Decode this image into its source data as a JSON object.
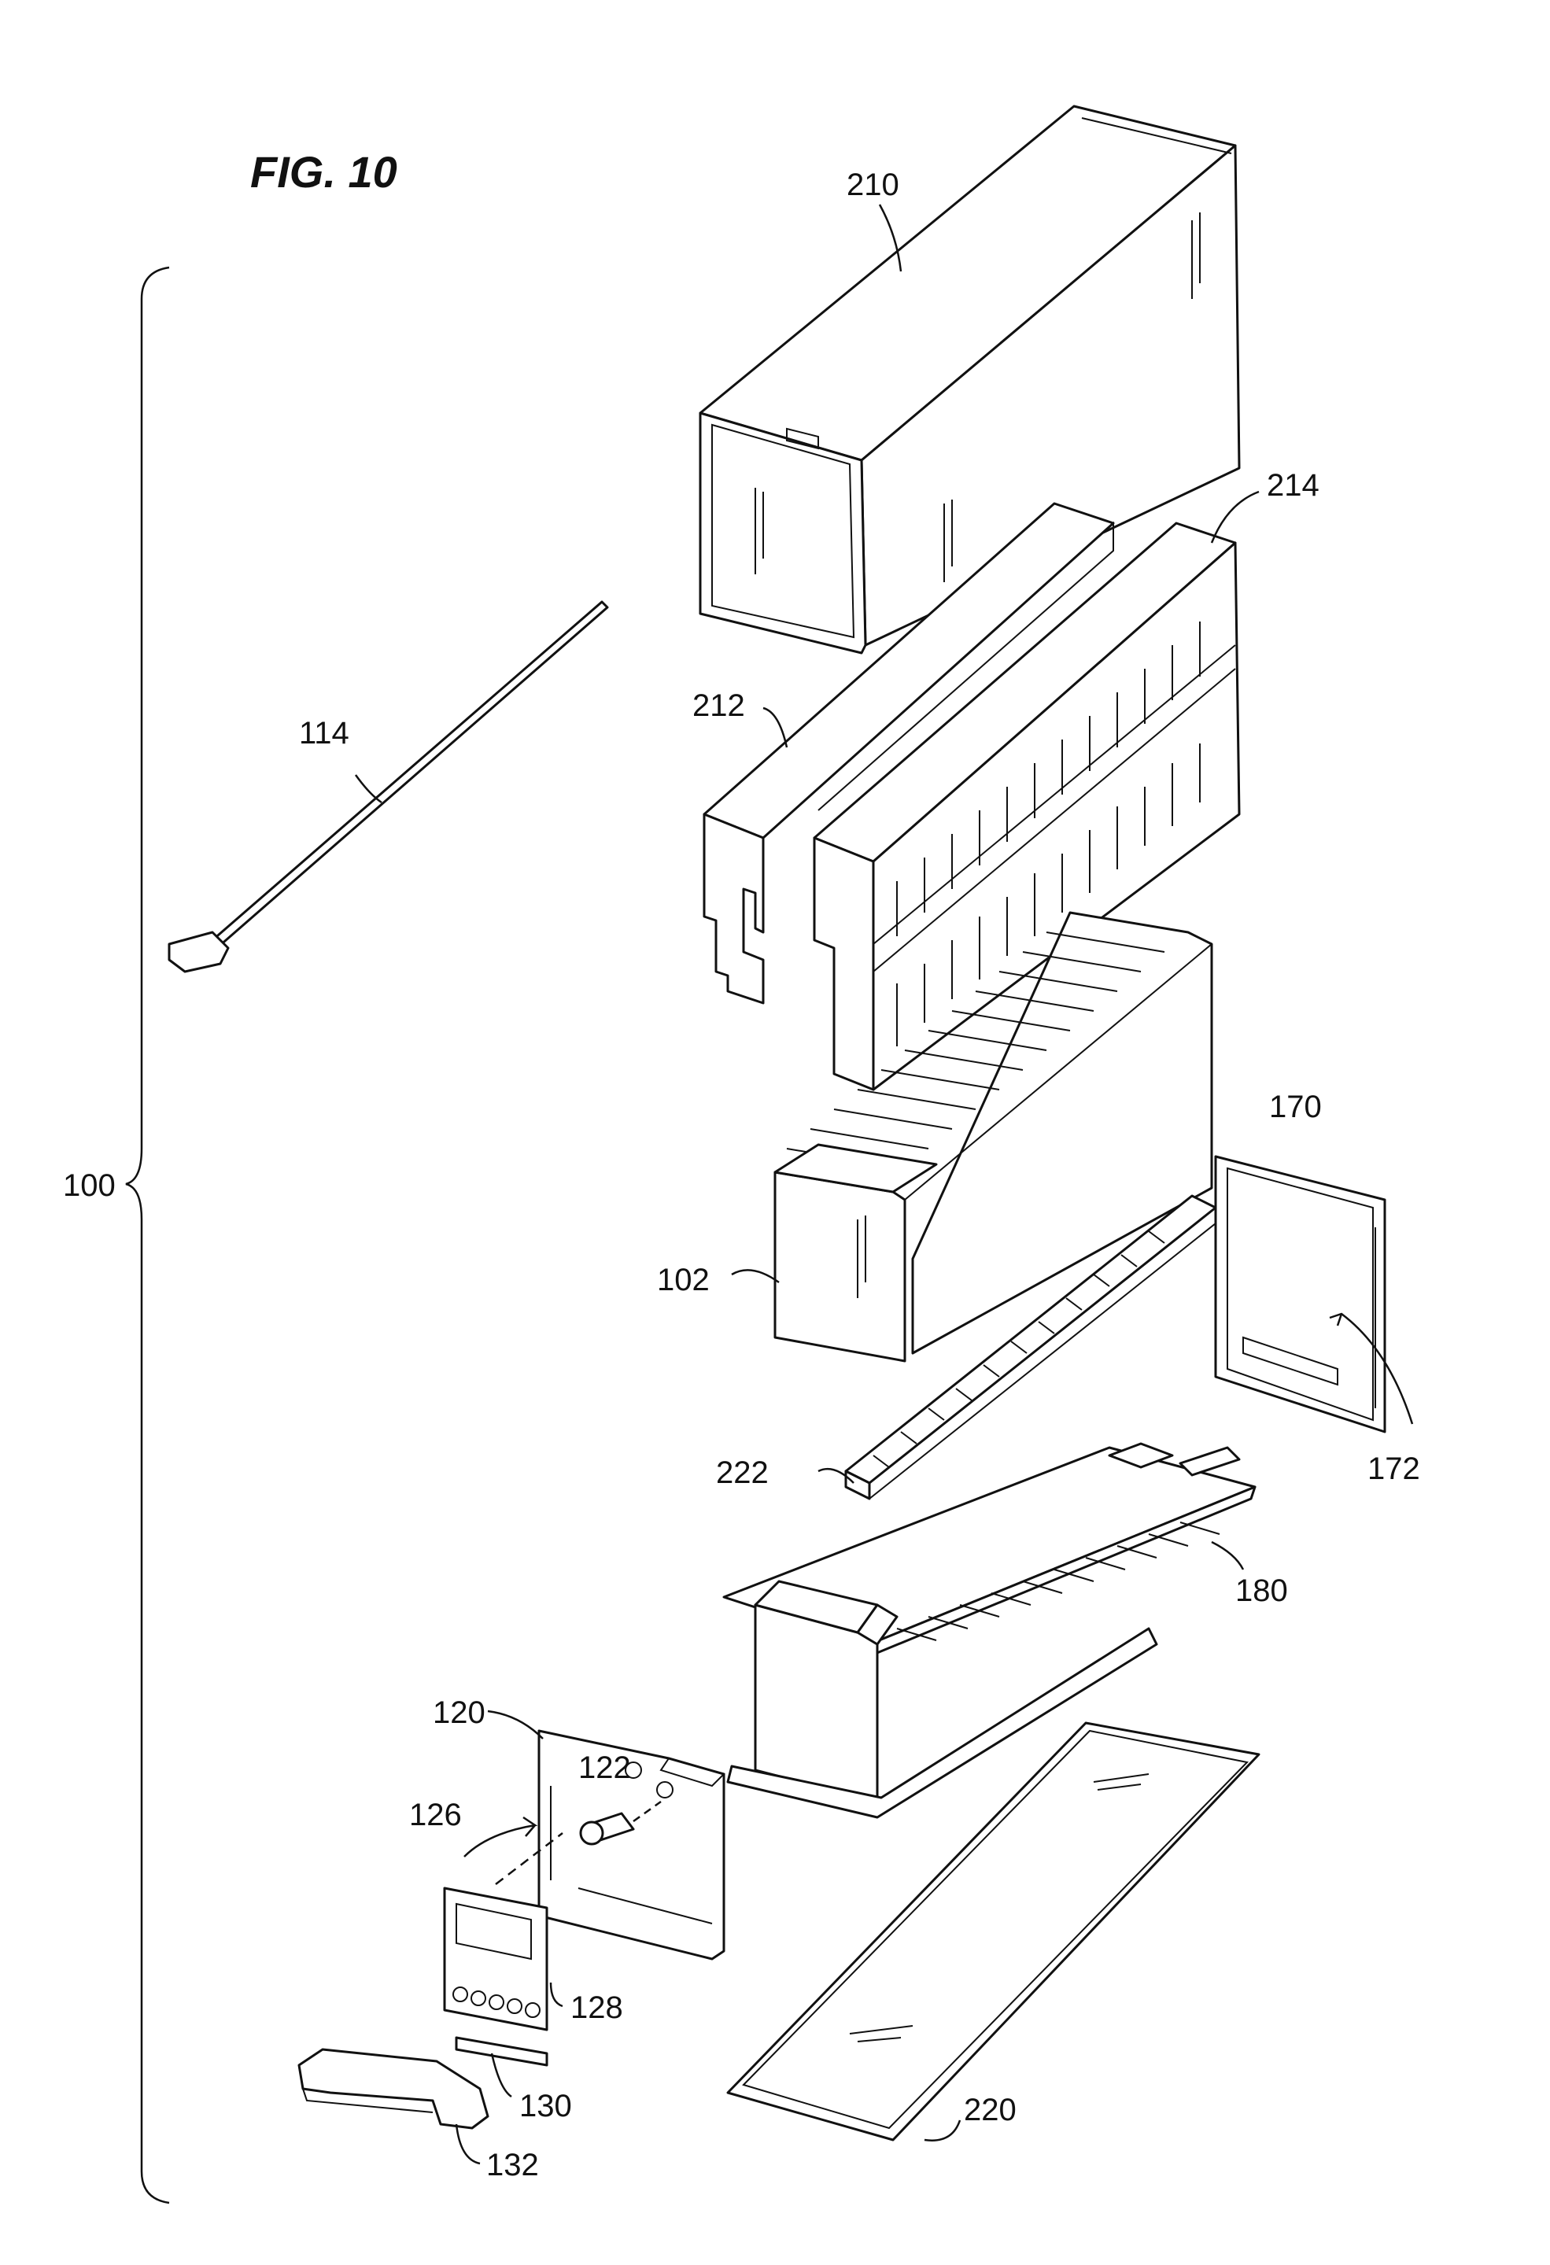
{
  "figure": {
    "title": "FIG. 10",
    "labels": {
      "l100": "100",
      "l102": "102",
      "l114": "114",
      "l120": "120",
      "l122": "122",
      "l126": "126",
      "l128": "128",
      "l130": "130",
      "l132": "132",
      "l170": "170",
      "l172": "172",
      "l180": "180",
      "l210": "210",
      "l212": "212",
      "l214": "214",
      "l220": "220",
      "l222": "222"
    }
  }
}
